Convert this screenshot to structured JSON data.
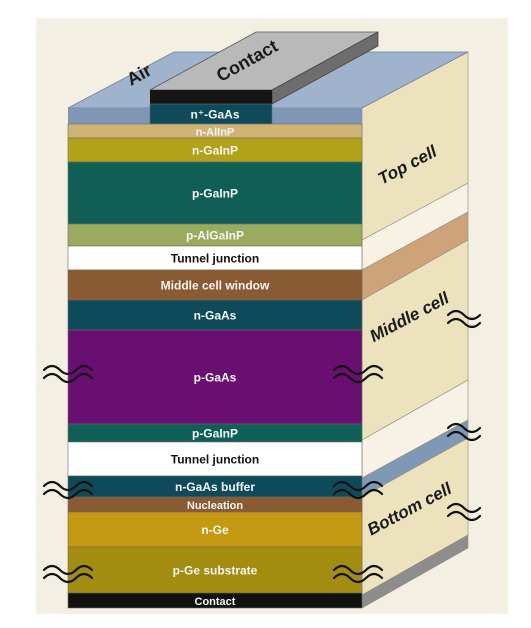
{
  "top_face": {
    "left_label": "Air",
    "contact_label": "Contact"
  },
  "layers": [
    {
      "label": "n⁺-GaAs",
      "color": "#0f4a5a"
    },
    {
      "label": "n-AlInP",
      "color": "#cfb476"
    },
    {
      "label": "n-GaInP",
      "color": "#b2a217"
    },
    {
      "label": "p-GaInP",
      "color": "#0f5f57"
    },
    {
      "label": "p-AlGaInP",
      "color": "#9aaa5f"
    },
    {
      "label": "Tunnel junction",
      "color": "#ffffff"
    },
    {
      "label": "Middle cell window",
      "color": "#8a5a32"
    },
    {
      "label": "n-GaAs",
      "color": "#0f4a5a"
    },
    {
      "label": "p-GaAs",
      "color": "#6a0f72"
    },
    {
      "label": "p-GaInP",
      "color": "#0f5f57"
    },
    {
      "label": "Tunnel junction",
      "color": "#ffffff"
    },
    {
      "label": "n-GaAs buffer",
      "color": "#0f4a5a"
    },
    {
      "label": "Nucleation",
      "color": "#8a5a32"
    },
    {
      "label": "n-Ge",
      "color": "#c39a12"
    },
    {
      "label": "p-Ge substrate",
      "color": "#a28d10"
    },
    {
      "label": "Contact",
      "color": "#111111"
    }
  ],
  "cells": {
    "top": "Top cell",
    "middle": "Middle cell",
    "bottom": "Bottom cell"
  }
}
